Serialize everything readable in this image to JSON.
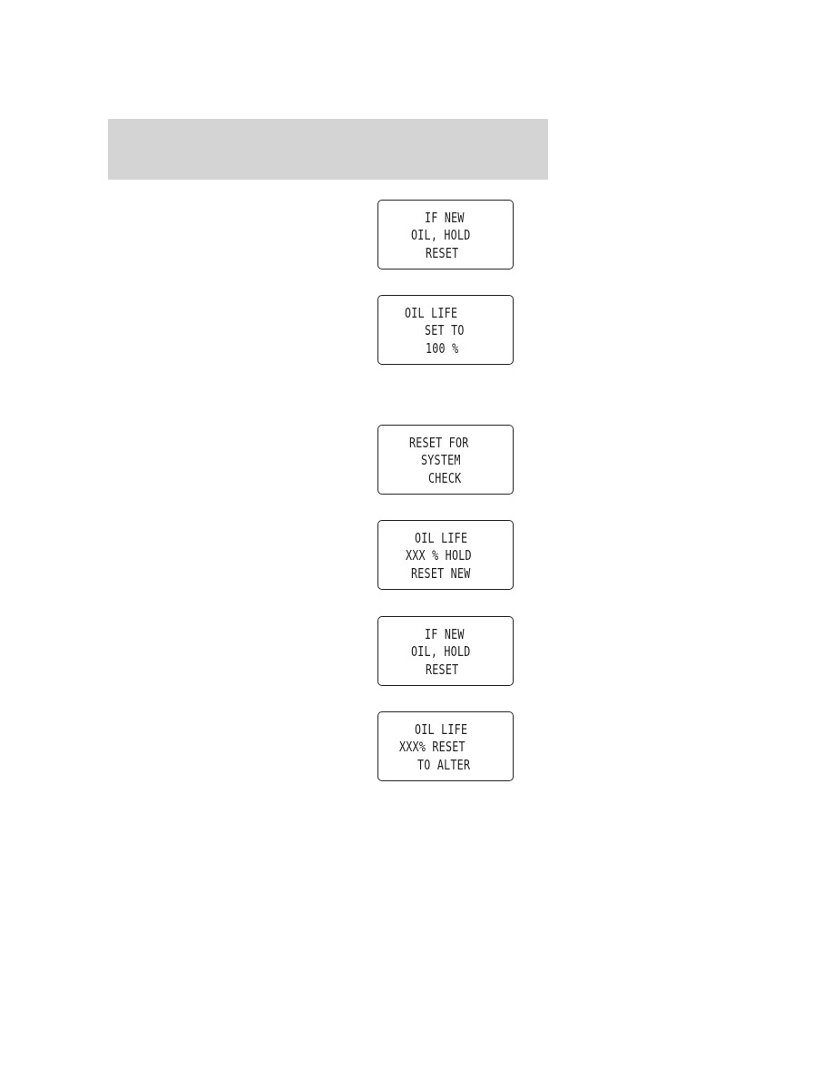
{
  "displays": [
    {
      "lines": [
        "IF NEW",
        "OIL, HOLD",
        "RESET"
      ]
    },
    {
      "lines": [
        "OIL LIFE",
        "SET TO",
        "100 %"
      ]
    },
    {
      "lines": [
        "RESET FOR",
        "SYSTEM",
        "CHECK"
      ]
    },
    {
      "lines": [
        "OIL LIFE",
        "XXX % HOLD",
        "RESET NEW"
      ]
    },
    {
      "lines": [
        "IF NEW",
        "OIL, HOLD",
        "RESET"
      ]
    },
    {
      "lines": [
        "OIL LIFE",
        "XXX% RESET",
        "TO ALTER"
      ]
    }
  ]
}
